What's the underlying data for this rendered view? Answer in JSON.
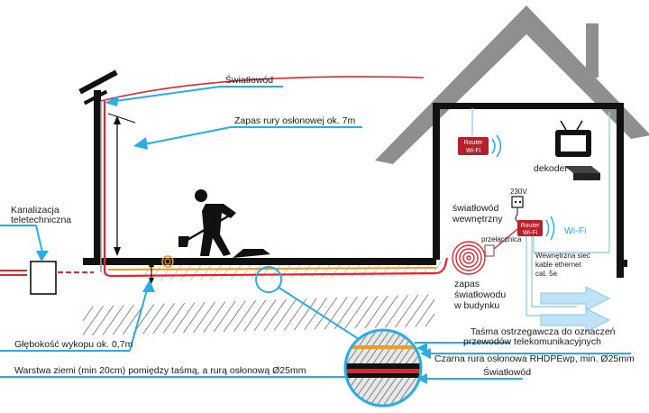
{
  "labels": {
    "fiber_top": "Światłowód",
    "conduit_reserve": "Zapas rury osłonowej ok. 7m",
    "duct_line1": "Kanalizacja",
    "duct_line2": "teletechniczna",
    "depth": "Głębokość wykopu ok. 0,7m",
    "soil_layer": "Warstwa ziemi (min 20cm) pomiędzy taśmą, a rurą osłonową Ø25mm",
    "tape_line1": "Taśma ostrzegawcza do oznaczeń",
    "tape_line2": "przewodów telekomunikacyjnych",
    "conduit_black": "Czarna rura osłonowa RHDPEwp, min. Ø25mm",
    "fiber_bottom": "Światłowód",
    "inner_fiber_line1": "światłowód",
    "inner_fiber_line2": "wewnętrzny",
    "fiber_reserve_line1": "zapas",
    "fiber_reserve_line2": "światłowodu",
    "fiber_reserve_line3": "w budynku",
    "switch": "przełącznica",
    "voltage": "230V",
    "router_line1": "Router",
    "router_line2": "Wi-Fi",
    "wifi": "Wi-Fi",
    "decoder": "dekoder",
    "lan_line1": "Wewnętrzna sieć",
    "lan_line2": "kable ethernet",
    "lan_line3": "cat. 5e"
  },
  "colors": {
    "leader_blue": "#29aee3",
    "fiber_red": "#e3262e",
    "router_red": "#b5202a",
    "tape_orange": "#f39a1f",
    "wall_black": "#111111",
    "roof_grey": "#9a9a9a"
  },
  "icons": [
    "tv-icon",
    "decoder-box-icon",
    "socket-icon",
    "worker-with-shovel-icon",
    "wifi-waves-icon"
  ]
}
